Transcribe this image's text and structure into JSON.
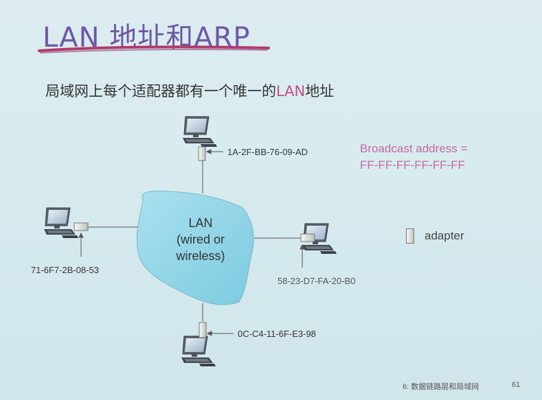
{
  "slide": {
    "title": "LAN 地址和ARP",
    "subtitle_prefix": "局域网上每个适配器都有一个唯一的",
    "subtitle_highlight": "LAN",
    "subtitle_suffix": "地址",
    "broadcast_line1": "Broadcast address =",
    "broadcast_line2": "FF-FF-FF-FF-FF-FF",
    "legend_label": "adapter",
    "footer_chapter": "6: 数据链路层和局域网",
    "footer_page": "61"
  },
  "lan": {
    "line1": "LAN",
    "line2": "(wired or",
    "line3": "wireless)"
  },
  "hosts": [
    {
      "position": "top",
      "mac": "1A-2F-BB-76-09-AD"
    },
    {
      "position": "left",
      "mac": "71-6F7-2B-08-53"
    },
    {
      "position": "right",
      "mac": "58-23-D7-FA-20-B0"
    },
    {
      "position": "bottom",
      "mac": "0C-C4-11-6F-E3-98"
    }
  ],
  "colors": {
    "title": "#6c58a6",
    "underline": "#b03a6a",
    "highlight": "#c0508a",
    "broadcast": "#c46aa4",
    "lan_cloud": "#8fd3e6"
  }
}
